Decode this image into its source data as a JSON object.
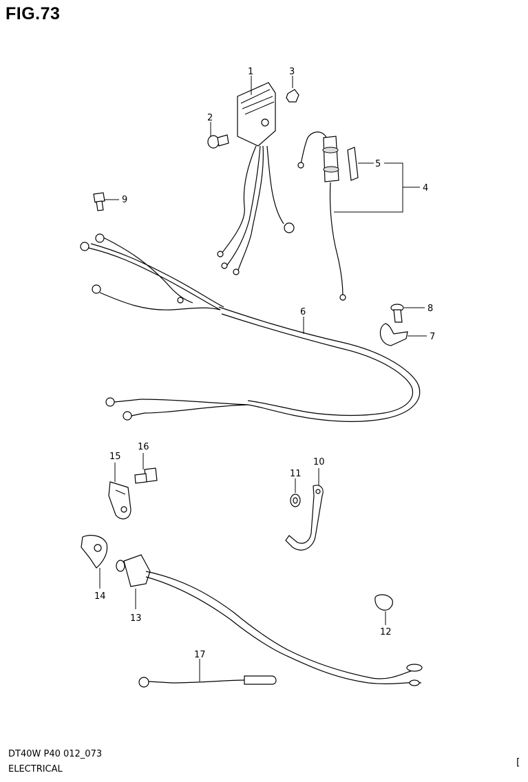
{
  "figure": {
    "title": "FIG.73",
    "model_code": "DT40W P40 012_073",
    "section": "ELECTRICAL",
    "corner_mark": "["
  },
  "callouts": [
    "1",
    "2",
    "3",
    "4",
    "5",
    "6",
    "7",
    "8",
    "9",
    "10",
    "11",
    "12",
    "13",
    "14",
    "15",
    "16",
    "17"
  ]
}
